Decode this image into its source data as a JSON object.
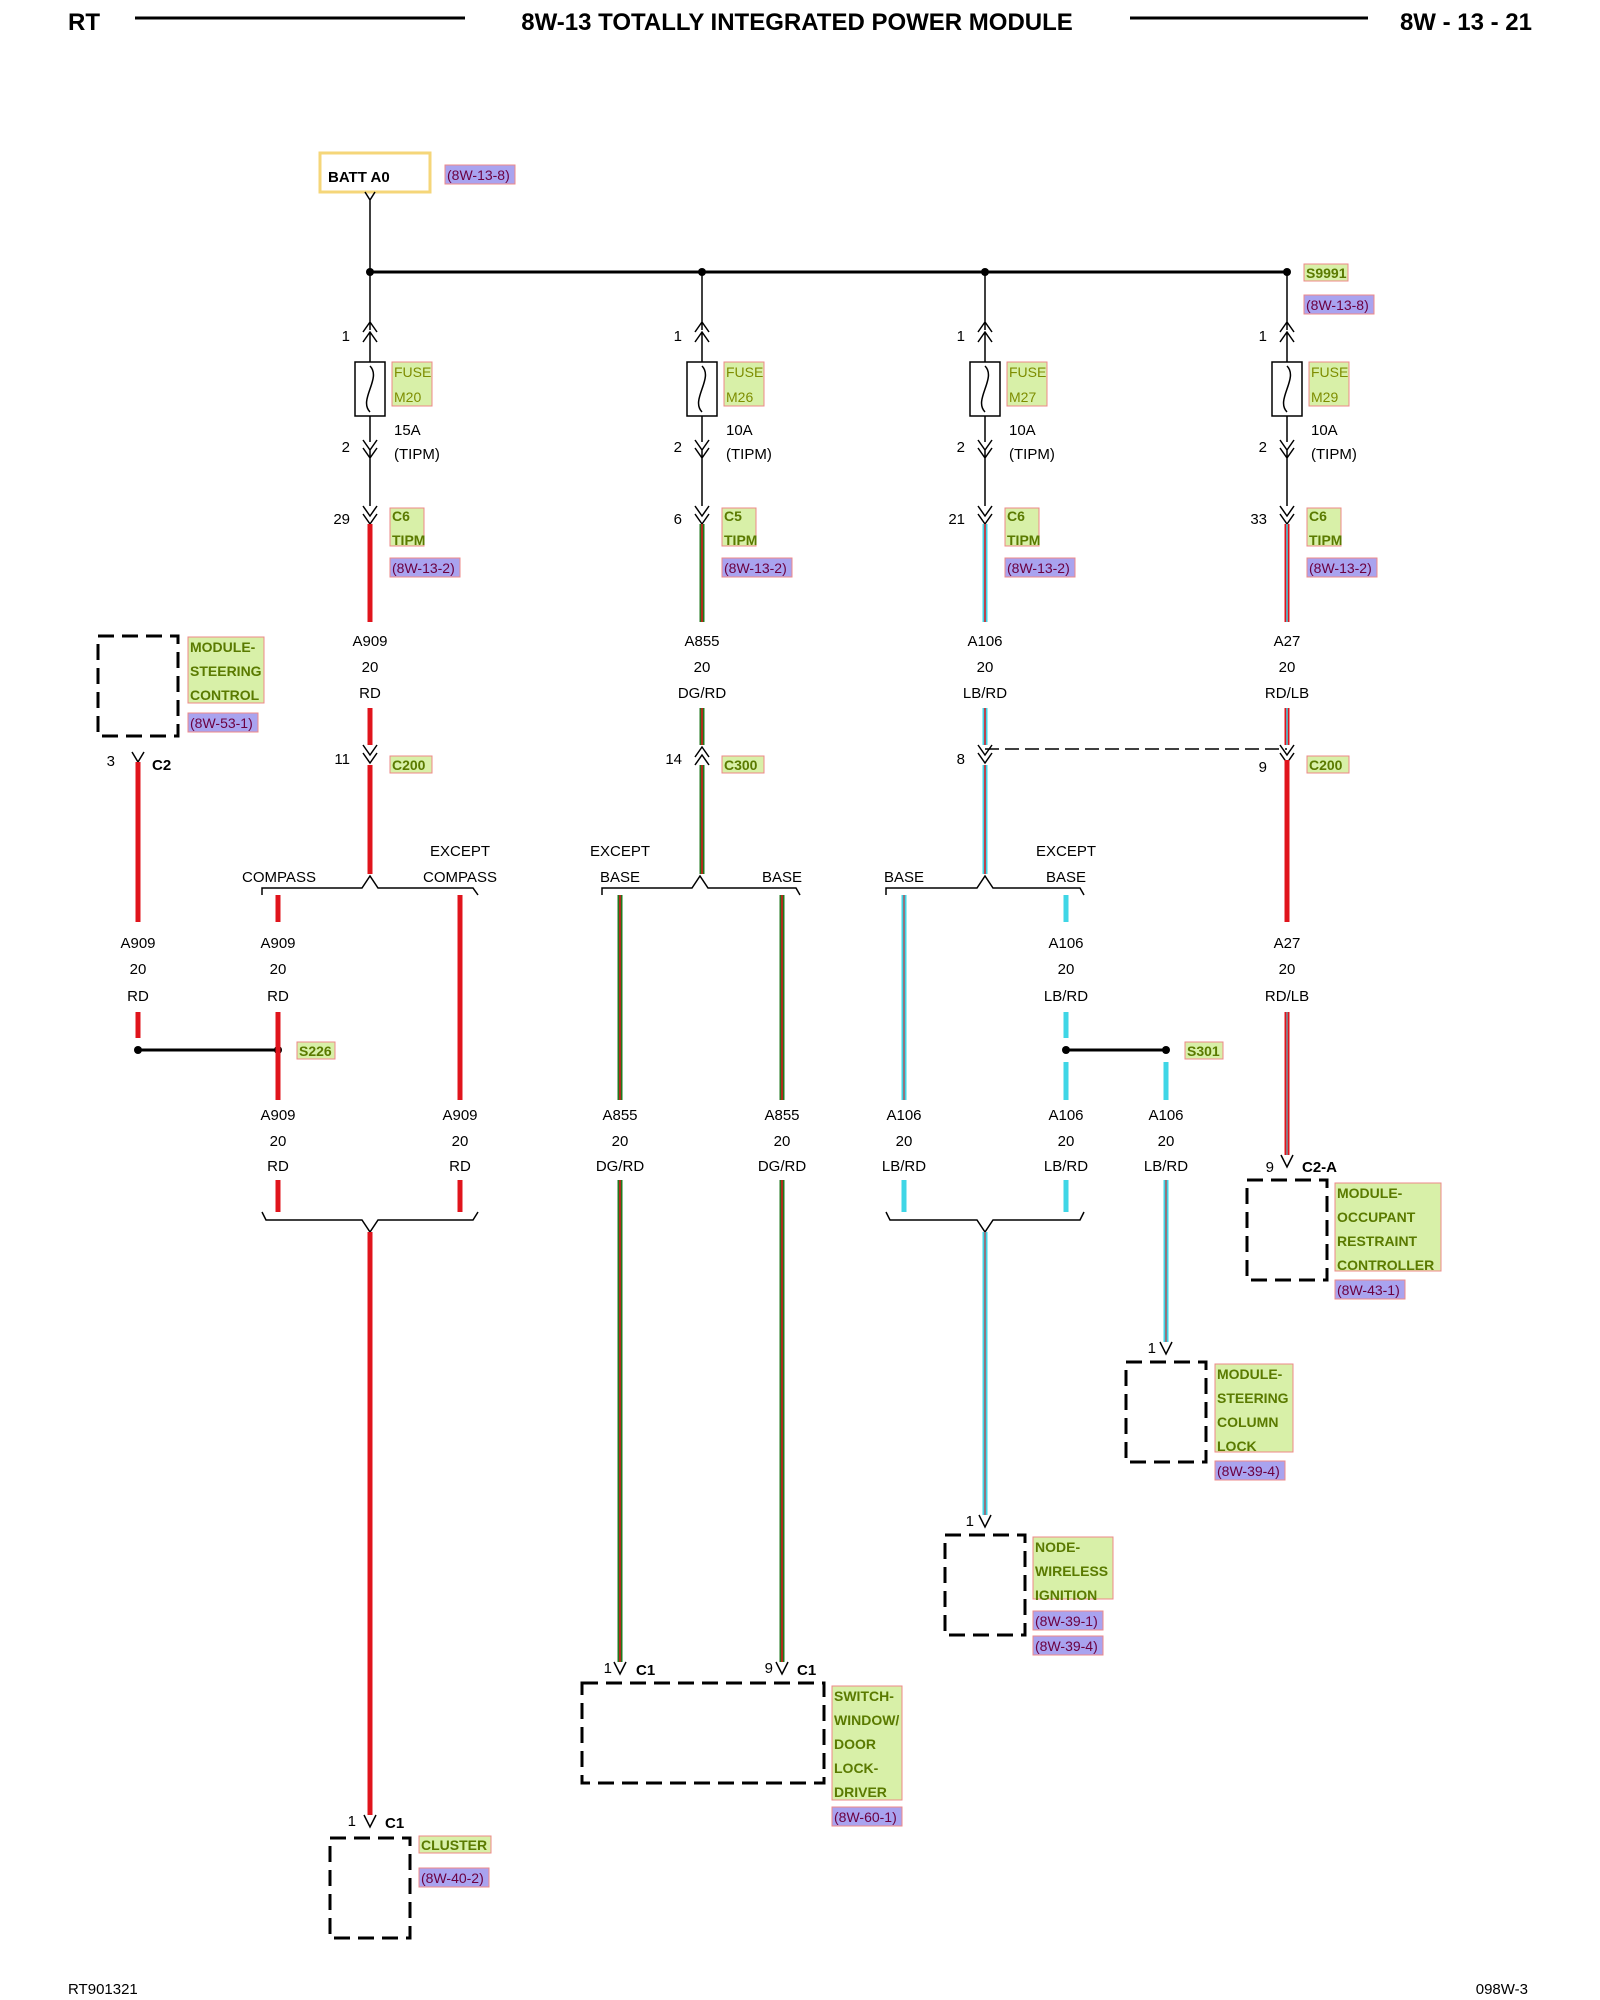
{
  "header": {
    "left": "RT",
    "title": "8W-13 TOTALLY INTEGRATED POWER MODULE",
    "page": "8W - 13 - 21"
  },
  "footer": {
    "left": "RT901321",
    "right": "098W-3"
  },
  "source": {
    "name": "BATT A0",
    "ref": "(8W-13-8)"
  },
  "splice_top": {
    "name": "S9991",
    "ref": "(8W-13-8)"
  },
  "fuses": [
    {
      "pin_in": "1",
      "fuse_label": "FUSE",
      "fuse_id": "M20",
      "rating": "15A",
      "tipm": "(TIPM)",
      "pin_out": "2",
      "cav": "29",
      "conn": "C6",
      "conn_sub": "TIPM",
      "ref": "(8W-13-2)",
      "circuit": "A909",
      "gauge": "20",
      "color": "RD"
    },
    {
      "pin_in": "1",
      "fuse_label": "FUSE",
      "fuse_id": "M26",
      "rating": "10A",
      "tipm": "(TIPM)",
      "pin_out": "2",
      "cav": "6",
      "conn": "C5",
      "conn_sub": "TIPM",
      "ref": "(8W-13-2)",
      "circuit": "A855",
      "gauge": "20",
      "color": "DG/RD"
    },
    {
      "pin_in": "1",
      "fuse_label": "FUSE",
      "fuse_id": "M27",
      "rating": "10A",
      "tipm": "(TIPM)",
      "pin_out": "2",
      "cav": "21",
      "conn": "C6",
      "conn_sub": "TIPM",
      "ref": "(8W-13-2)",
      "circuit": "A106",
      "gauge": "20",
      "color": "LB/RD"
    },
    {
      "pin_in": "1",
      "fuse_label": "FUSE",
      "fuse_id": "M29",
      "rating": "10A",
      "tipm": "(TIPM)",
      "pin_out": "2",
      "cav": "33",
      "conn": "C6",
      "conn_sub": "TIPM",
      "ref": "(8W-13-2)",
      "circuit": "A27",
      "gauge": "20",
      "color": "RD/LB"
    }
  ],
  "inline": [
    {
      "cav": "11",
      "conn": "C200"
    },
    {
      "cav": "14",
      "conn": "C300"
    },
    {
      "cav": "8",
      "conn": ""
    },
    {
      "cav": "9",
      "conn": "C200"
    }
  ],
  "options": {
    "compass": "COMPASS",
    "except": "EXCEPT",
    "base": "BASE"
  },
  "wires": {
    "a909_left": {
      "circuit": "A909",
      "gauge": "20",
      "color": "RD"
    },
    "a909_mid": {
      "circuit": "A909",
      "gauge": "20",
      "color": "RD"
    },
    "a909_s226": {
      "circuit": "A909",
      "gauge": "20",
      "color": "RD"
    },
    "a909_right": {
      "circuit": "A909",
      "gauge": "20",
      "color": "RD"
    },
    "a855_left": {
      "circuit": "A855",
      "gauge": "20",
      "color": "DG/RD"
    },
    "a855_right": {
      "circuit": "A855",
      "gauge": "20",
      "color": "DG/RD"
    },
    "a106_left": {
      "circuit": "A106",
      "gauge": "20",
      "color": "LB/RD"
    },
    "a106_upper": {
      "circuit": "A106",
      "gauge": "20",
      "color": "LB/RD"
    },
    "a106_mid": {
      "circuit": "A106",
      "gauge": "20",
      "color": "LB/RD"
    },
    "a106_s301": {
      "circuit": "A106",
      "gauge": "20",
      "color": "LB/RD"
    },
    "a27_lower": {
      "circuit": "A27",
      "gauge": "20",
      "color": "RD/LB"
    }
  },
  "splices": {
    "s226": "S226",
    "s301": "S301"
  },
  "components": {
    "steering_control": {
      "lines": [
        "MODULE-",
        "STEERING",
        "CONTROL"
      ],
      "ref": "(8W-53-1)",
      "pin": "3",
      "conn": "C2"
    },
    "occupant": {
      "lines": [
        "MODULE-",
        "OCCUPANT",
        "RESTRAINT",
        "CONTROLLER"
      ],
      "ref": "(8W-43-1)",
      "pin": "9",
      "conn": "C2-A"
    },
    "column_lock": {
      "lines": [
        "MODULE-",
        "STEERING",
        "COLUMN",
        "LOCK"
      ],
      "ref": "(8W-39-4)",
      "pin": "1"
    },
    "wireless": {
      "lines": [
        "NODE-",
        "WIRELESS",
        "IGNITION"
      ],
      "refs": [
        "(8W-39-1)",
        "(8W-39-4)"
      ],
      "pin": "1"
    },
    "window": {
      "lines": [
        "SWITCH-",
        "WINDOW/",
        "DOOR",
        "LOCK-",
        "DRIVER"
      ],
      "ref": "(8W-60-1)",
      "pin_a": "1",
      "conn_a": "C1",
      "pin_b": "9",
      "conn_b": "C1"
    },
    "cluster": {
      "lines": [
        "CLUSTER"
      ],
      "ref": "(8W-40-2)",
      "pin": "1",
      "conn": "C1"
    }
  },
  "colors": {
    "red": "#e0141c",
    "green": "#1f7a1f",
    "light_blue": "#3fd6e6",
    "black": "#000000"
  }
}
